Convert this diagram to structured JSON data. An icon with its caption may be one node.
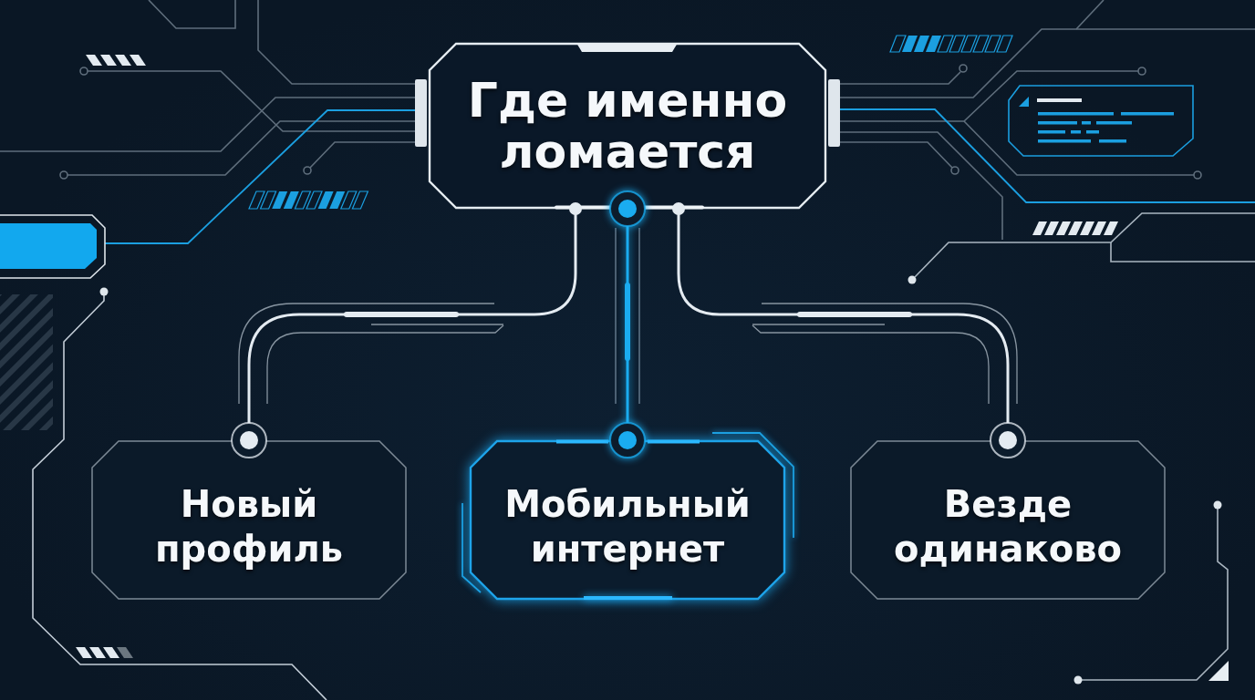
{
  "diagram": {
    "nodes": [
      {
        "text": [
          "Где именно ломается"
        ]
      },
      {
        "text": [
          "Новый профиль"
        ]
      },
      {
        "text": [
          "Мобильный интернет"
        ]
      },
      {
        "text": [
          "Везде одинаково"
        ]
      }
    ],
    "edges": [
      {
        "from": 0,
        "to": 1,
        "arrow": "other"
      },
      {
        "from": 0,
        "to": 2,
        "arrow": "other",
        "color": "#1aacf0"
      },
      {
        "from": 0,
        "to": 3,
        "arrow": "other"
      }
    ]
  }
}
